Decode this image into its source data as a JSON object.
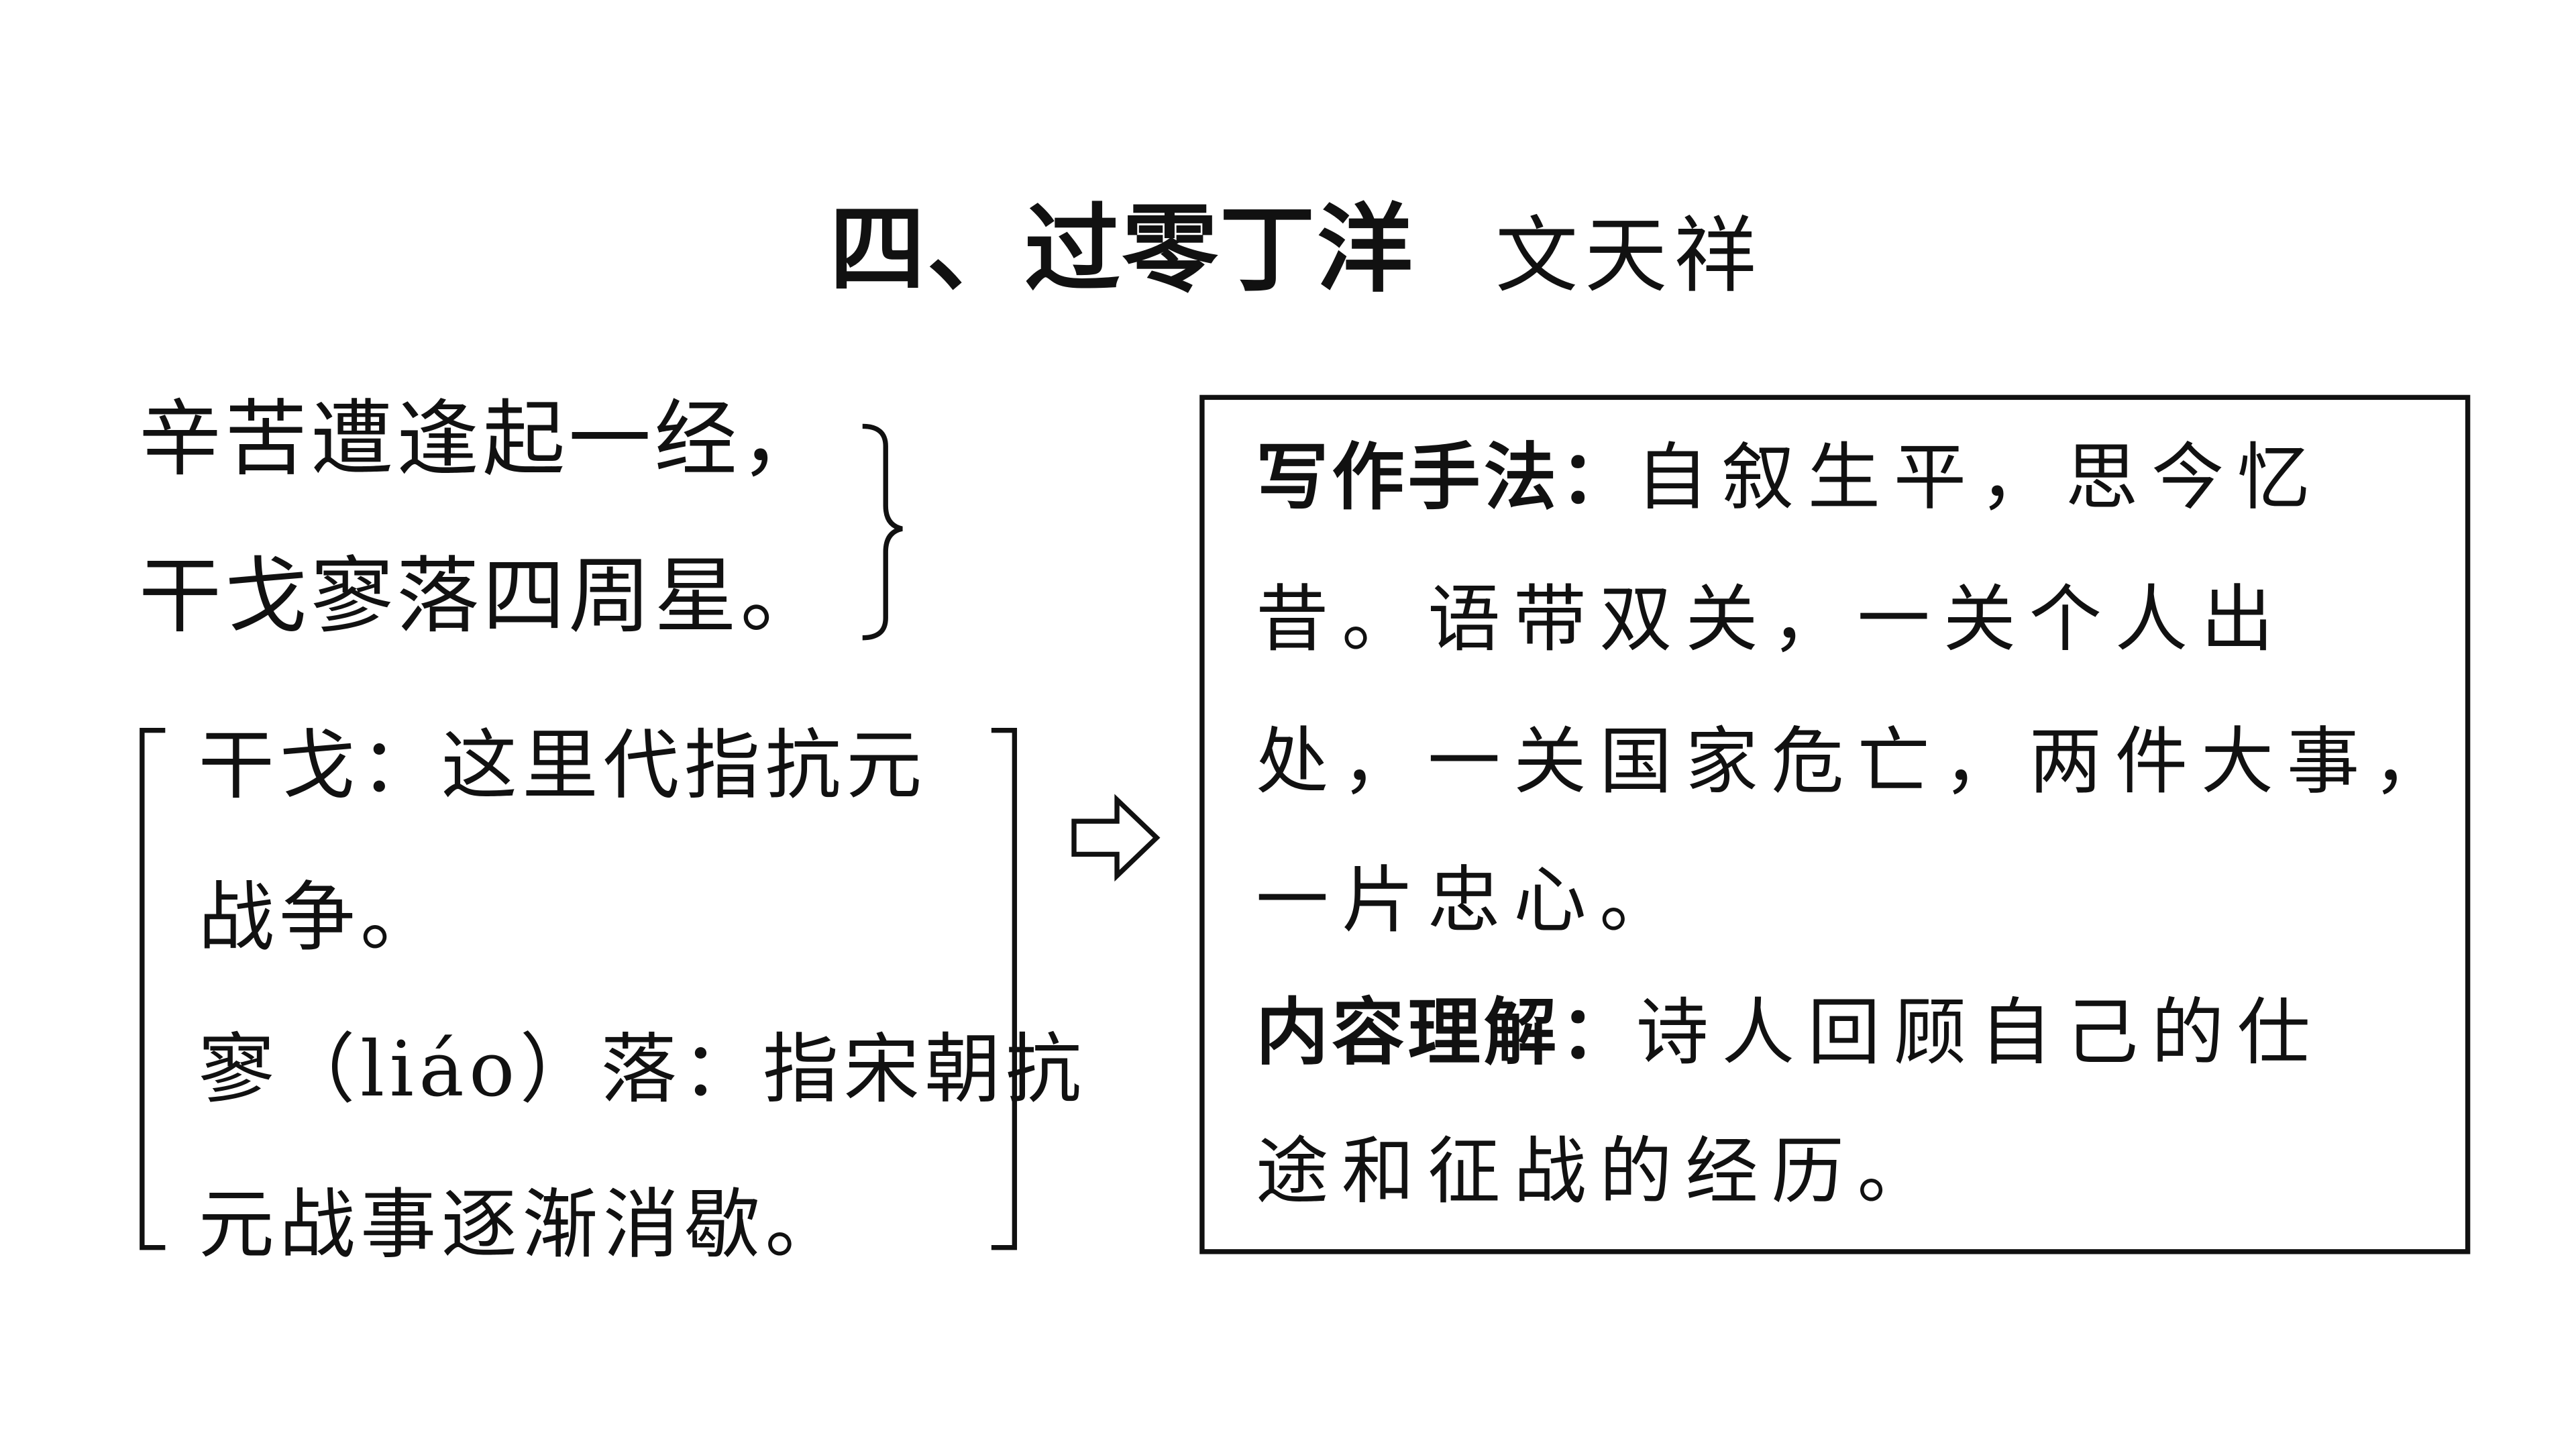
{
  "title": {
    "poem_title": "四、过零丁洋",
    "author": "文天祥"
  },
  "poem": {
    "lines": [
      "辛苦遭逢起一经，",
      "干戈寥落四周星。"
    ]
  },
  "annotations": {
    "lines": [
      "干戈：这里代指抗元",
      "战争。",
      "寥（liáo）落：指宋朝抗",
      "元战事逐渐消歇。"
    ]
  },
  "analysis": {
    "technique_label": "写作手法：",
    "technique_lines": [
      "自叙生平，思今忆",
      "昔。语带双关，一关个人出",
      "处，一关国家危亡，两件大事，",
      "一片忠心。"
    ],
    "content_label": "内容理解：",
    "content_lines": [
      "诗人回顾自己的仕",
      "途和征战的经历。"
    ]
  },
  "icons": {
    "arrow": "right-arrow-icon",
    "brace": "right-brace-icon"
  },
  "colors": {
    "text": "#111111",
    "background": "#ffffff"
  }
}
